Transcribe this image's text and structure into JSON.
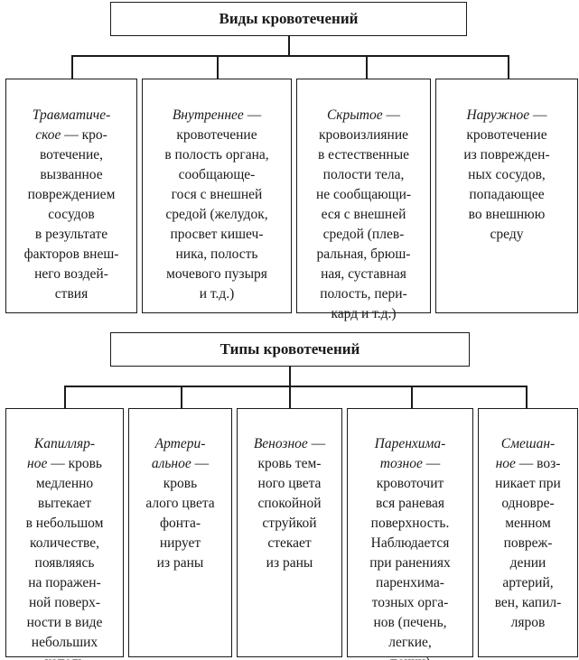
{
  "section1": {
    "title": "Виды кровотечений",
    "items": [
      {
        "term": "Травматиче-\nское",
        "desc": " — кро-\nвотечение,\nвызванное\nповреждением\nсосудов\nв результате\nфакторов внеш-\nнего воздей-\nствия"
      },
      {
        "term": "Внутреннее",
        "desc": " —\nкровотечение\nв полость органа,\nсообщающе-\nгося с внешней\nсредой (желудок,\nпросвет кишеч-\nника, полость\nмочевого пузыря\nи т.д.)"
      },
      {
        "term": "Скрытое",
        "desc": " —\nкровоизлияние\nв естественные\nполости тела,\nне сообщающи-\nеся с внешней\nсредой (плев-\nральная, брюш-\nная, суставная\nполость, пери-\nкард и т.д.)"
      },
      {
        "term": "Наружное",
        "desc": " —\nкровотечение\nиз поврежден-\nных сосудов,\nпопадающее\nво внешнюю\nсреду"
      }
    ]
  },
  "section2": {
    "title": "Типы кровотечений",
    "items": [
      {
        "term": "Капилляр-\nное",
        "desc": " — кровь\nмедленно\nвытекает\nв небольшом\nколичестве,\nпоявляясь\nна поражен-\nной поверх-\nности в виде\nнебольших\nкапель"
      },
      {
        "term": "Артери-\nальное",
        "desc": " —\nкровь\nалого цвета\nфонта-\nнирует\nиз раны"
      },
      {
        "term": "Венозное",
        "desc": " —\nкровь тем-\nного цвета\nспокойной\nструйкой\nстекает\nиз раны"
      },
      {
        "term": "Паренхима-\nтозное",
        "desc": " —\nкровоточит\nвся раневая\nповерхность.\nНаблюдается\nпри ранениях\nпаренхима-\nтозных орга-\nнов (печень,\nлегкие,\nпочки)"
      },
      {
        "term": "Смешан-\nное",
        "desc": " — воз-\nникает при\nодновре-\nменном\nповреж-\nдении\nартерий,\nвен, капил-\nляров"
      }
    ]
  }
}
